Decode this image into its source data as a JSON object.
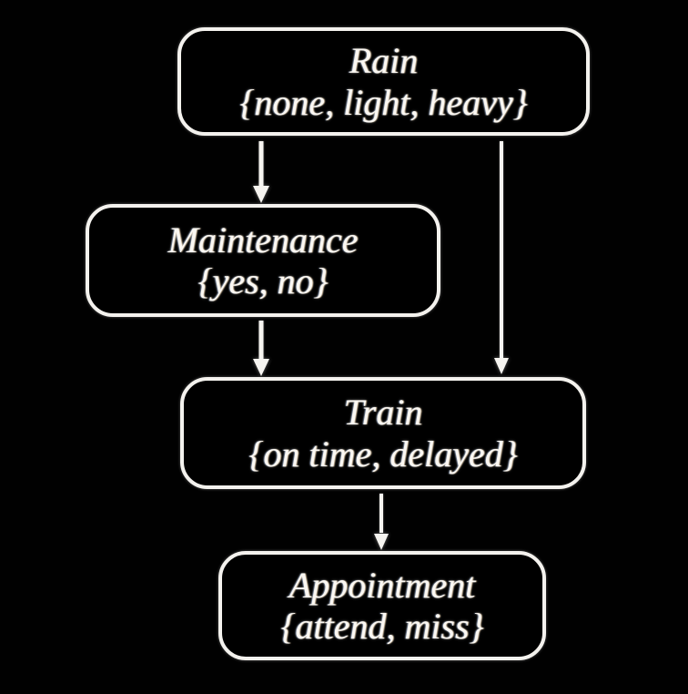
{
  "diagram": {
    "type": "bayesian-network",
    "background_color": "#000000",
    "node_border_color": "#f4f2ee",
    "text_color": "#fbf8f3",
    "arrow_color": "#f6f4f0",
    "nodes": [
      {
        "id": "rain",
        "label": "Rain",
        "states": "{none, light, heavy}"
      },
      {
        "id": "maintenance",
        "label": "Maintenance",
        "states": "{yes, no}"
      },
      {
        "id": "train",
        "label": "Train",
        "states": "{on time, delayed}"
      },
      {
        "id": "appointment",
        "label": "Appointment",
        "states": "{attend, miss}"
      }
    ],
    "edges": [
      {
        "from": "Rain",
        "to": "Maintenance"
      },
      {
        "from": "Rain",
        "to": "Train"
      },
      {
        "from": "Maintenance",
        "to": "Train"
      },
      {
        "from": "Train",
        "to": "Appointment"
      }
    ]
  }
}
